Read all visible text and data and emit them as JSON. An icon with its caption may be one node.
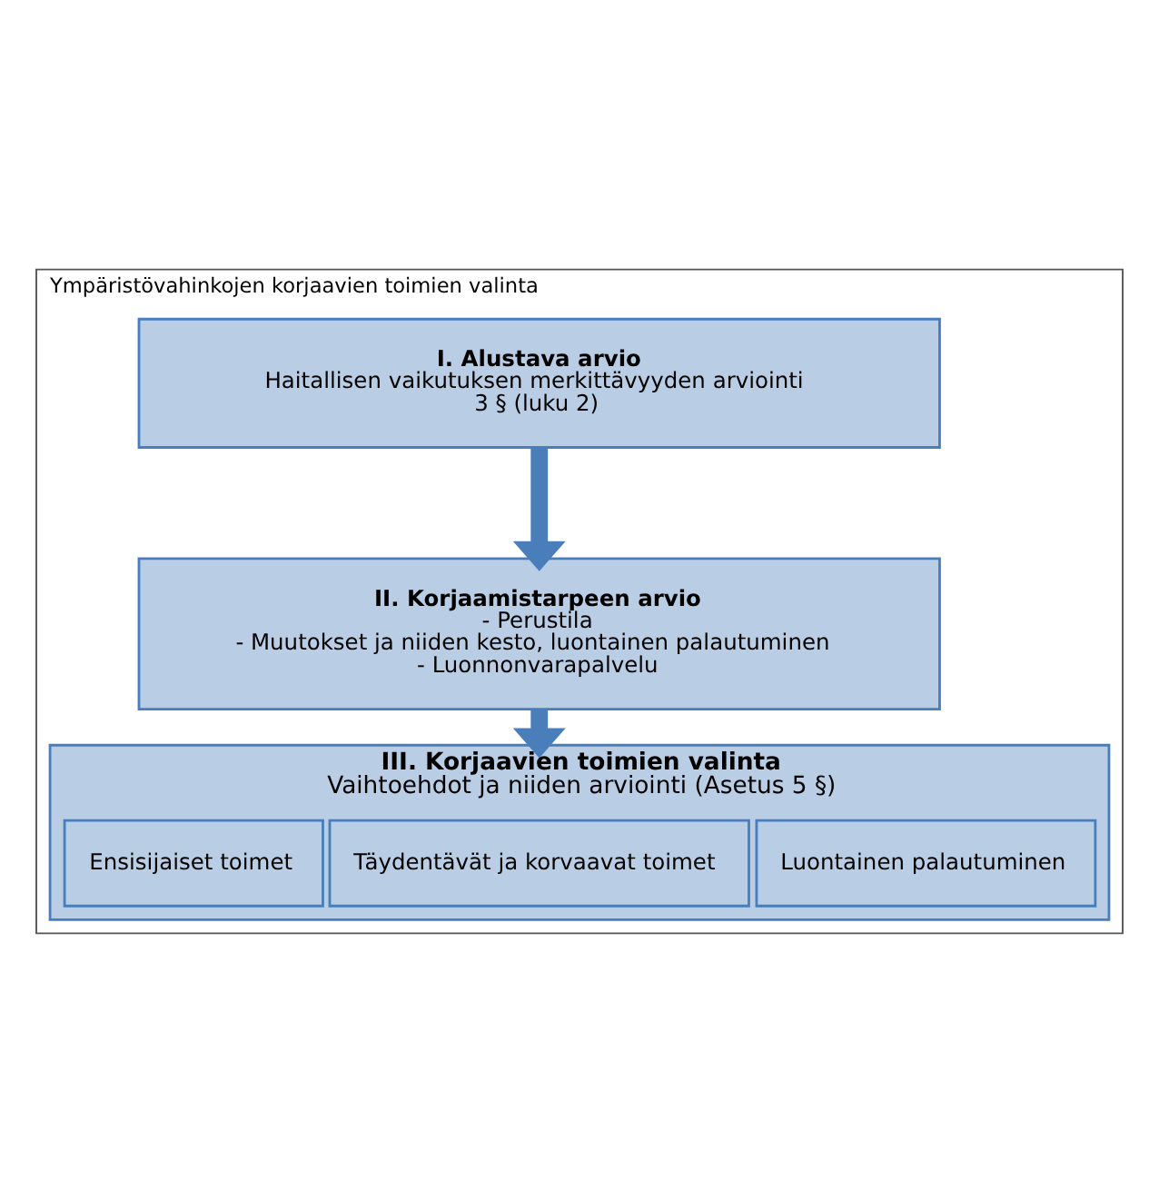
{
  "diagram": {
    "nodes": [
      {
        "text": [
          "Ympäristövahinkojen korjaavien toimien valinta"
        ]
      },
      {
        "text": [
          "I. Alustava arvio",
          "Haitallisen vaikutuksen merkittävyyden arviointi",
          "3 § (luku 2)"
        ],
        "in": 0
      },
      {
        "text": [
          "II. Korjaamistarpeen arvio",
          "- Perustila",
          "- Muutokset ja niiden kesto, luontainen palautuminen",
          "- Luonnonvarapalvelu"
        ],
        "in": 0
      },
      {
        "text": [
          "III. Korjaavien toimien valinta",
          "Vaihtoehdot ja niiden arviointi (Asetus 5 §)"
        ],
        "in": 0
      },
      {
        "text": [
          "Ensisijaiset toimet"
        ],
        "in": 3
      },
      {
        "text": [
          "Täydentävät ja korvaavat toimet"
        ],
        "in": 3
      },
      {
        "text": [
          "Luontainen palautuminen"
        ],
        "in": 3
      }
    ],
    "edges": [
      {
        "from": 1,
        "to": 2,
        "arrow": "to"
      },
      {
        "from": 2,
        "to": 3,
        "arrow": "to"
      }
    ]
  }
}
